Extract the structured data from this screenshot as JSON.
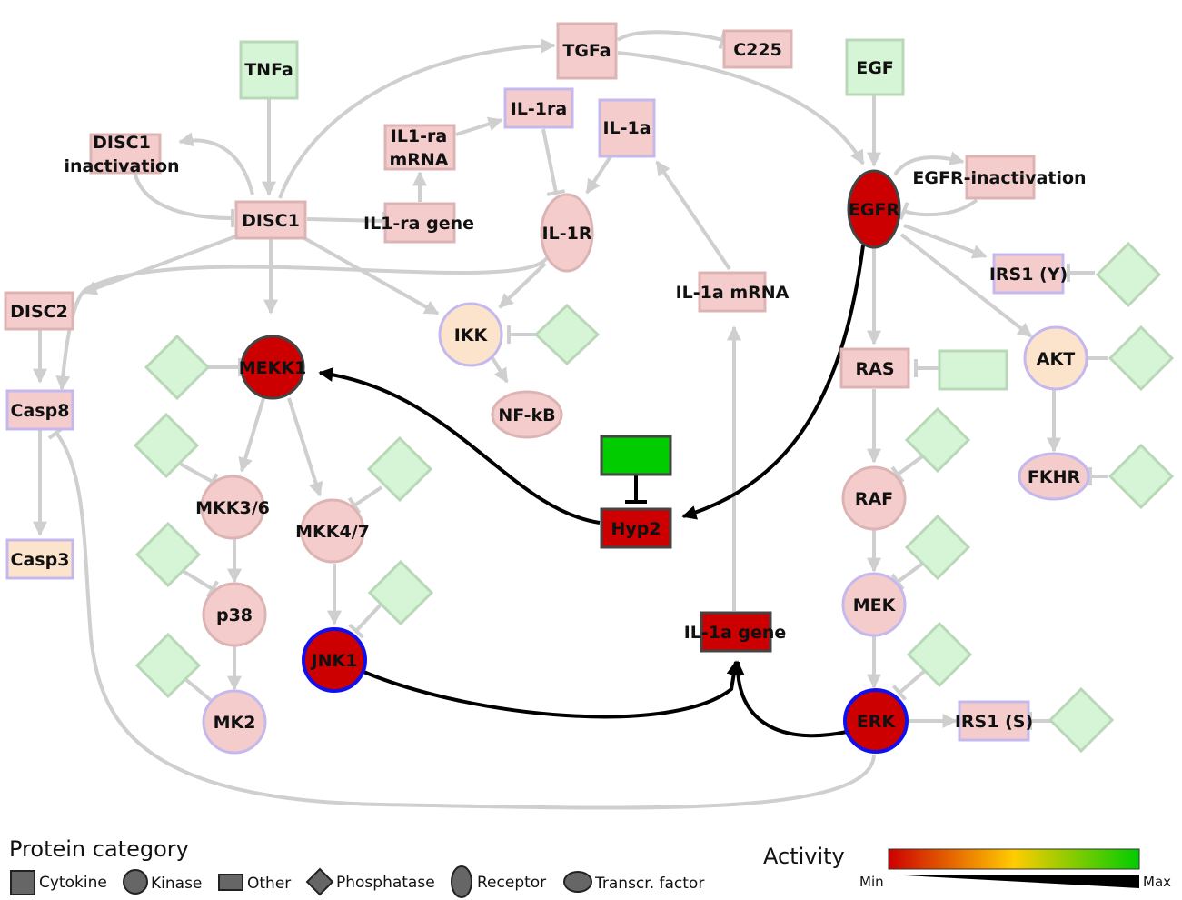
{
  "nodes": {
    "tnfa": "TNFa",
    "tgfa": "TGFa",
    "c225": "C225",
    "egf": "EGF",
    "disc1_inact_1": "DISC1",
    "disc1_inact_2": "inactivation",
    "il1ra_mrna_1": "IL1-ra",
    "il1ra_mrna_2": "mRNA",
    "il1ra": "IL-1ra",
    "il1a": "IL-1a",
    "egfr_inact": "EGFR-inactivation",
    "disc1": "DISC1",
    "il1ra_gene": "IL1-ra gene",
    "il1r": "IL-1R",
    "egfr": "EGFR",
    "disc2": "DISC2",
    "il1a_mrna": "IL-1a mRNA",
    "irs1y": "IRS1 (Y)",
    "ikk": "IKK",
    "mekk1": "MEKK1",
    "ras": "RAS",
    "akt": "AKT",
    "casp8": "Casp8",
    "nfkb": "NF-kB",
    "mkk36": "MKK3/6",
    "mkk47": "MKK4/7",
    "fkhr": "FKHR",
    "raf": "RAF",
    "hyp2": "Hyp2",
    "casp3": "Casp3",
    "p38": "p38",
    "mek": "MEK",
    "jnk1": "JNK1",
    "il1a_gene": "IL-1a gene",
    "mk2": "MK2",
    "erk": "ERK",
    "irs1s": "IRS1 (S)"
  },
  "legend": {
    "category_title": "Protein category",
    "cytokine": "Cytokine",
    "kinase": "Kinase",
    "other": "Other",
    "phosphatase": "Phosphatase",
    "receptor": "Receptor",
    "transcr_factor": "Transcr. factor",
    "activity_title": "Activity",
    "min": "Min",
    "max": "Max"
  },
  "colors": {
    "inactive_node": "#f4cccc",
    "intermediate_node": "#fce4cc",
    "active_node": "#cc0000",
    "inhibitor_node": "#d6f5d6",
    "hyp2_inhibitor": "#00cc00",
    "edge": "#cfcfcf",
    "highlight_edge": "#000000",
    "kinase_border": "#1010ee"
  }
}
